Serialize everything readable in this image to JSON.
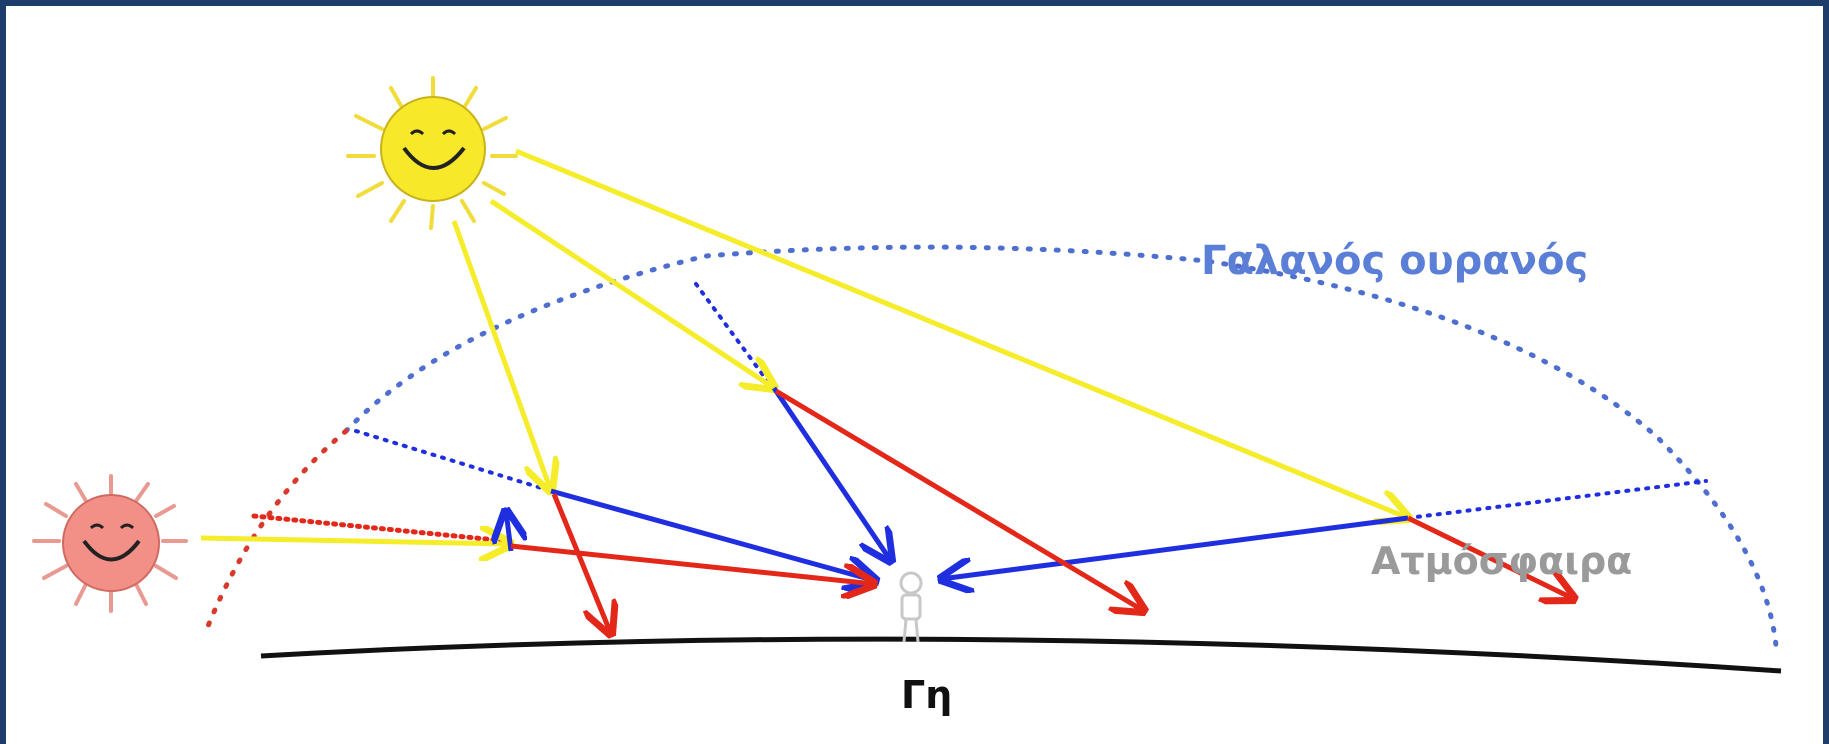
{
  "labels": {
    "sky": "Γαλανός ουρανός",
    "atmosphere": "Ατμόσφαιρα",
    "earth": "Γη"
  },
  "colors": {
    "background_border": "#1f3d6b",
    "sunlight": "#f5ec2a",
    "blue_light": "#1f2fe0",
    "red_light": "#e3281a",
    "sky_dots": "#4f6fd0",
    "sunset_dots": "#d8392a",
    "noon_sun": "#f7e82a",
    "sunset_sun": "#f29088"
  },
  "icons": {
    "noon_sun": "smiling-sun-icon",
    "sunset_sun": "smiling-sunset-sun-icon",
    "observer": "person-icon"
  }
}
